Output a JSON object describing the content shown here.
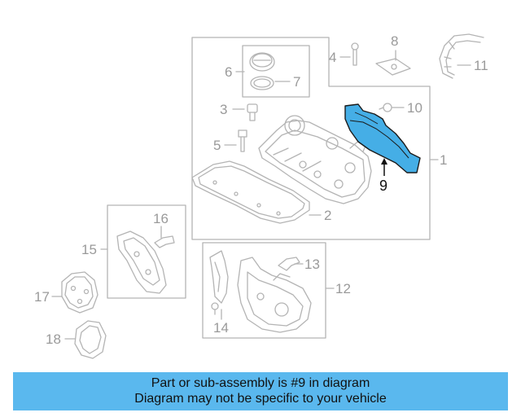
{
  "diagram": {
    "callouts": [
      "1",
      "2",
      "3",
      "4",
      "5",
      "6",
      "7",
      "8",
      "9",
      "10",
      "11",
      "12",
      "13",
      "14",
      "15",
      "16",
      "17",
      "18"
    ],
    "highlighted_part": "9",
    "colors": {
      "line": "#b4b4b4",
      "label": "#9a9a9a",
      "highlight_fill": "#45aee6",
      "highlight_stroke": "#1a1a1a",
      "caption_background": "#5ab8ee"
    }
  },
  "caption": {
    "line1": "Part or sub-assembly is #9 in diagram",
    "line2": "Diagram may not be specific to your vehicle"
  }
}
